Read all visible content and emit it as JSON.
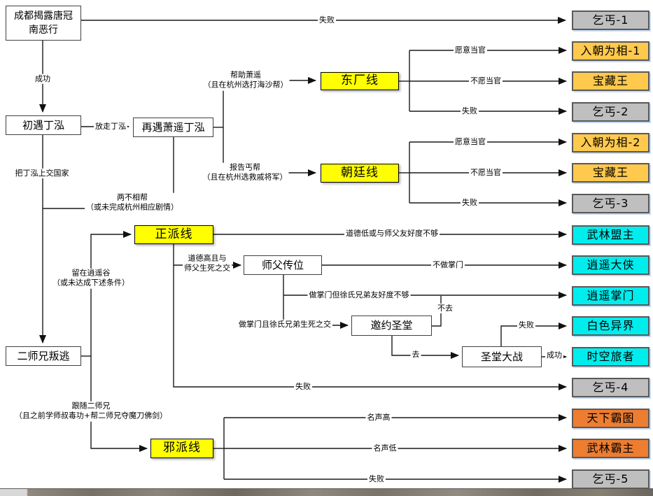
{
  "colors": {
    "route_yellow": "#FFFF00",
    "ending_gray": "#BFBFBF",
    "ending_gold": "#FFC94D",
    "ending_cyan": "#00EDED",
    "ending_orange": "#ED7D31",
    "line_black": "#1a1a1a",
    "shadow_blue": "#C5D9F1"
  },
  "nodes": {
    "start": {
      "label": "成都揭露唐冠南恶行"
    },
    "first_meet": {
      "label": "初遇丁泓"
    },
    "second_meet": {
      "label": "再遇萧遥丁泓"
    },
    "dongchang": {
      "label": "东厂线"
    },
    "chaoting": {
      "label": "朝廷线"
    },
    "zhengpai": {
      "label": "正派线"
    },
    "xiepai": {
      "label": "邪派线"
    },
    "master_succession": {
      "label": "师父传位"
    },
    "sanctum_invite": {
      "label": "邀约圣堂"
    },
    "sanctum_battle": {
      "label": "圣堂大战"
    },
    "second_brother_defect": {
      "label": "二师兄叛逃"
    }
  },
  "endings": [
    {
      "label": "乞丐-1",
      "color": "#BFBFBF"
    },
    {
      "label": "入朝为相-1",
      "color": "#FFC94D"
    },
    {
      "label": "宝藏王",
      "color": "#FFC94D"
    },
    {
      "label": "乞丐-2",
      "color": "#BFBFBF"
    },
    {
      "label": "入朝为相-2",
      "color": "#FFC94D"
    },
    {
      "label": "宝藏王",
      "color": "#FFC94D"
    },
    {
      "label": "乞丐-3",
      "color": "#BFBFBF"
    },
    {
      "label": "武林盟主",
      "color": "#00EDED"
    },
    {
      "label": "逍遥大侠",
      "color": "#00EDED"
    },
    {
      "label": "逍遥掌门",
      "color": "#00EDED"
    },
    {
      "label": "白色异界",
      "color": "#00EDED"
    },
    {
      "label": "时空旅者",
      "color": "#00EDED"
    },
    {
      "label": "乞丐-4",
      "color": "#BFBFBF"
    },
    {
      "label": "天下霸图",
      "color": "#ED7D31"
    },
    {
      "label": "武林霸主",
      "color": "#ED7D31"
    },
    {
      "label": "乞丐-5",
      "color": "#BFBFBF"
    }
  ],
  "edges": {
    "fail_top": "失败",
    "success": "成功",
    "release_ding": "放走丁泓",
    "help_xiaoyao_1": "帮助萧遥",
    "help_xiaoyao_2": "（且在杭州选打海沙帮）",
    "report_gaibang_1": "报告丐帮",
    "report_gaibang_2": "（且在杭州选救戚将军）",
    "turn_in_ding": "把丁泓上交国家",
    "neutral_1": "两不相帮",
    "neutral_2": "（或未完成杭州相应剧情）",
    "willing_official_1": "愿意当官",
    "unwilling_official_1": "不愿当官",
    "fail_dongchang": "失败",
    "willing_official_2": "愿意当官",
    "unwilling_official_2": "不愿当官",
    "fail_chaoting": "失败",
    "low_morality": "道德低或与师父友好度不够",
    "high_morality_1": "道德高且与",
    "high_morality_2": "师父生死之交",
    "stay_valley_1": "留在逍遥谷",
    "stay_valley_2": "（或未达成下述条件）",
    "not_leader": "不做掌门",
    "leader_low_friendship": "做掌门但徐氏兄弟友好度不够",
    "not_go": "不去",
    "leader_high_friendship": "做掌门且徐氏兄弟生死之交",
    "go": "去",
    "fail_sanctum": "失败",
    "success_sanctum": "成功",
    "fail_zhengpai": "失败",
    "follow_brother_1": "跟随二师兄",
    "follow_brother_2": "（且之前学师叔毒功+帮二师兄夺魔刀佛剑）",
    "high_fame": "名声高",
    "low_fame": "名声低",
    "fail_xiepai": "失败"
  }
}
